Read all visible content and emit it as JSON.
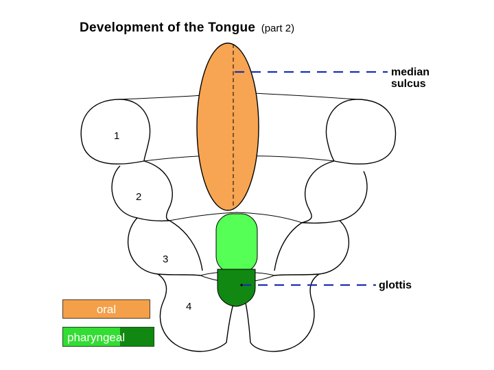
{
  "title": {
    "main": "Development of the Tongue",
    "sub": "(part 2)"
  },
  "labels": {
    "median_sulcus_line1": "median",
    "median_sulcus_line2": "sulcus",
    "glottis": "glottis"
  },
  "arch_numbers": [
    "1",
    "2",
    "3",
    "4"
  ],
  "legend": [
    {
      "label": "oral",
      "color": "#f4a04a"
    },
    {
      "label": "pharyngeal",
      "colors": [
        "#33dd33",
        "#118811"
      ]
    }
  ],
  "colors": {
    "oral": "#f7a552",
    "pharyngeal_light": "#55ff55",
    "pharyngeal_dark": "#118811",
    "leader_line": "#1a2fb0"
  }
}
